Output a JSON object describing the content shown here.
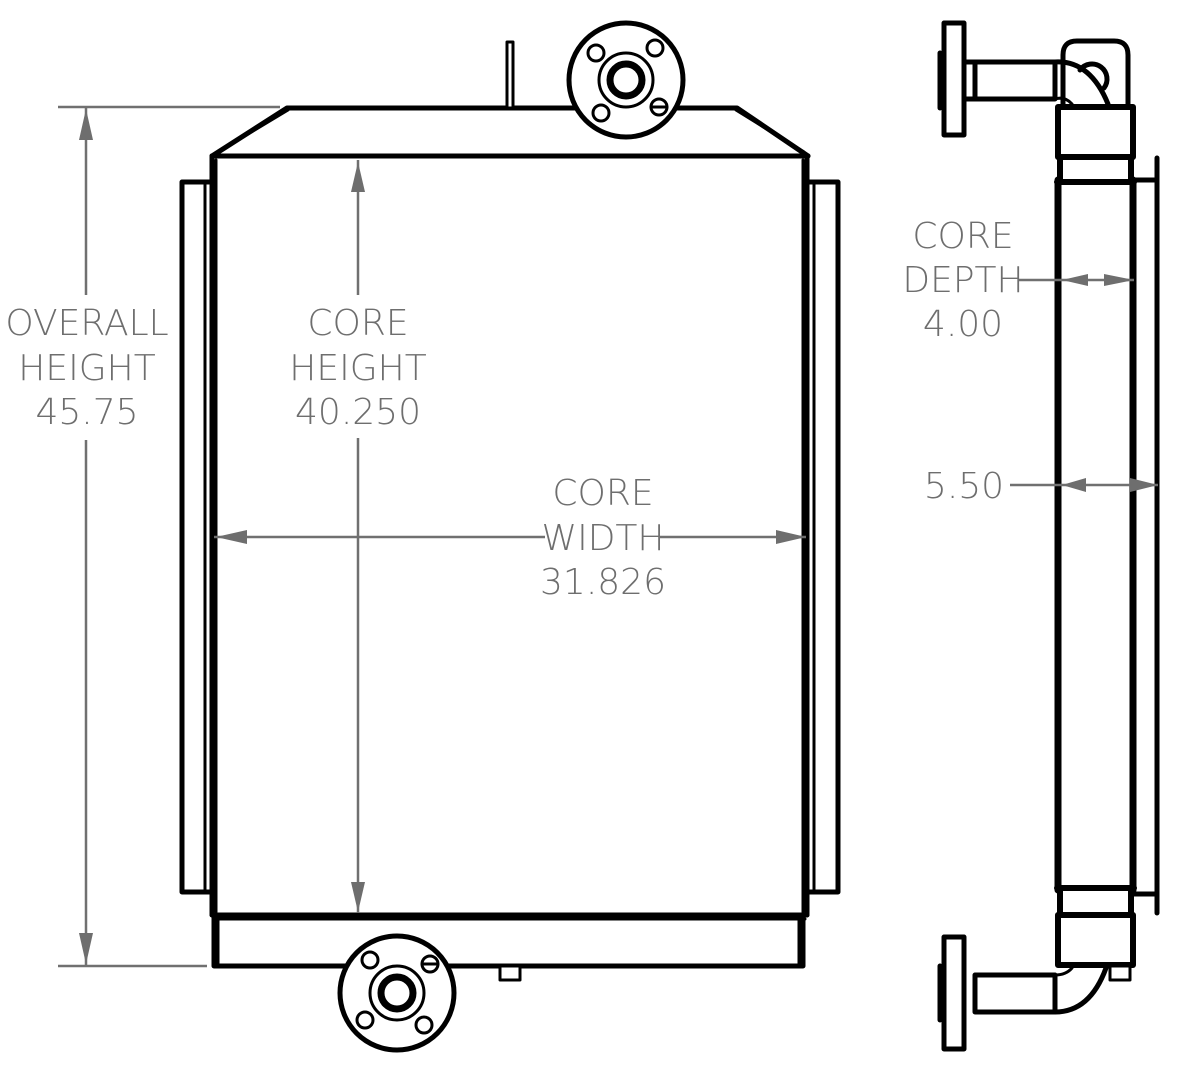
{
  "drawing": {
    "type": "radiator dimension drawing",
    "views": [
      "front-view",
      "side-view"
    ],
    "colors": {
      "outline": "#000000",
      "dimension": "#6e6e6e",
      "background": "#ffffff"
    }
  },
  "dimensions": {
    "overall_height": {
      "label_line1": "OVERALL",
      "label_line2": "HEIGHT",
      "value": "45.75"
    },
    "core_height": {
      "label_line1": "CORE",
      "label_line2": "HEIGHT",
      "value": "40.250"
    },
    "core_width": {
      "label_line1": "CORE",
      "label_line2": "WIDTH",
      "value": "31.826"
    },
    "core_depth": {
      "label_line1": "CORE",
      "label_line2": "DEPTH",
      "value": "4.00"
    },
    "overall_depth": {
      "value": "5.50"
    }
  }
}
